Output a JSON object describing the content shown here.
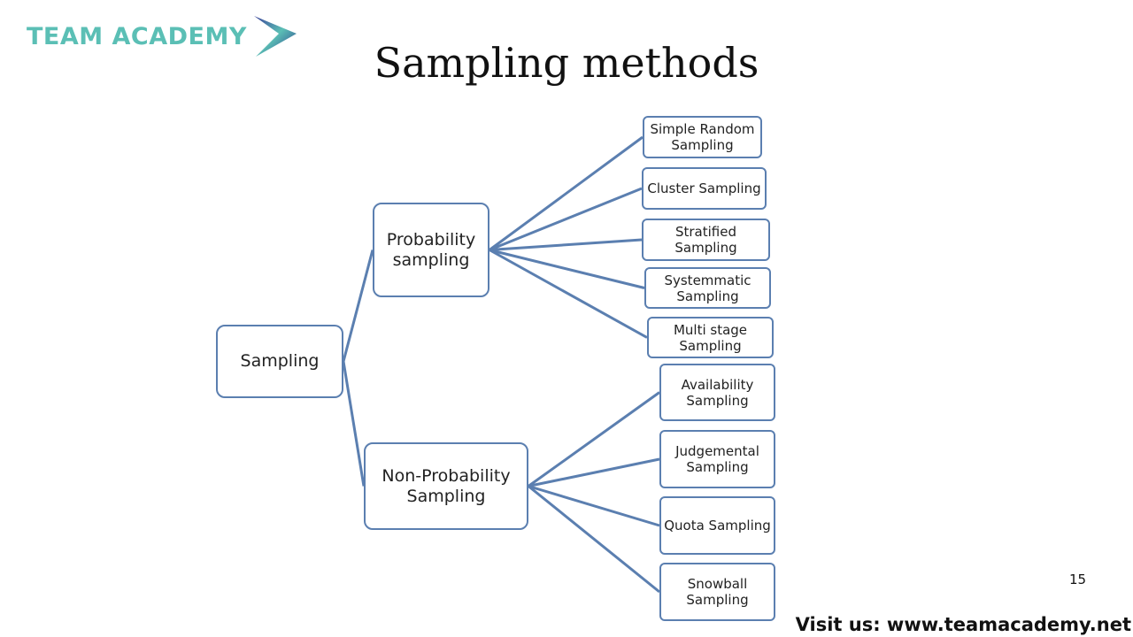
{
  "logo": {
    "text": "TEAM ACADEMY",
    "icon": "chevron-arrow-icon",
    "color": "#5bbfb5"
  },
  "slide": {
    "title": "Sampling methods",
    "page_number": "15",
    "footer": "Visit us: www.teamacademy.net"
  },
  "diagram": {
    "line_color": "#5b7fb0",
    "root": {
      "id": "root",
      "label": "Sampling"
    },
    "branches": [
      {
        "id": "prob",
        "label": "Probability sampling",
        "children": [
          {
            "id": "p1",
            "label": "Simple Random Sampling"
          },
          {
            "id": "p2",
            "label": "Cluster Sampling"
          },
          {
            "id": "p3",
            "label": "Stratified Sampling"
          },
          {
            "id": "p4",
            "label": "Systemmatic Sampling"
          },
          {
            "id": "p5",
            "label": "Multi stage Sampling"
          }
        ]
      },
      {
        "id": "nonprob",
        "label": "Non-Probability Sampling",
        "children": [
          {
            "id": "n1",
            "label": "Availability Sampling"
          },
          {
            "id": "n2",
            "label": "Judgemental Sampling"
          },
          {
            "id": "n3",
            "label": "Quota Sampling"
          },
          {
            "id": "n4",
            "label": "Snowball Sampling"
          }
        ]
      }
    ]
  }
}
